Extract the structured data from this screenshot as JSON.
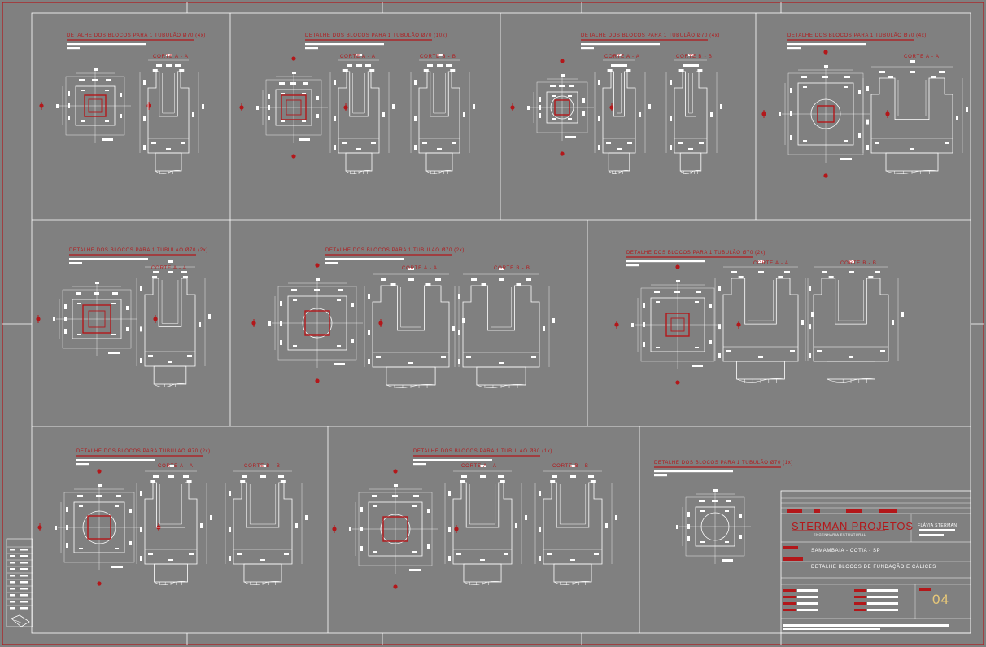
{
  "colors": {
    "background": "#808080",
    "lines": "#ffffff",
    "accent": "#b3171a",
    "sheet_number": "#e8c878"
  },
  "details": {
    "d1": {
      "title": "DETALHE DOS BLOCOS PARA 1 TUBULÃO Ø70 (4x)",
      "cut_a": "CORTE  A - A"
    },
    "d2": {
      "title": "DETALHE DOS BLOCOS PARA 1 TUBULÃO Ø70 (10x)",
      "cut_a": "CORTE  A - A",
      "cut_b": "CORTE  B - B"
    },
    "d3": {
      "title": "DETALHE DOS BLOCOS PARA 1 TUBULÃO Ø70 (4x)",
      "cut_a": "CORTE  A - A",
      "cut_b": "CORTE  B - B"
    },
    "d4": {
      "title": "DETALHE DOS BLOCOS PARA 1 TUBULÃO Ø70 (4x)",
      "cut_a": "CORTE  A - A"
    },
    "d5": {
      "title": "DETALHE DOS BLOCOS PARA 1 TUBULÃO Ø70 (2x)",
      "cut_a": "CORTE  A - A"
    },
    "d6": {
      "title": "DETALHE DOS BLOCOS PARA 1 TUBULÃO Ø70 (2x)",
      "cut_a": "CORTE  A - A",
      "cut_b": "CORTE  B - B"
    },
    "d7": {
      "title": "DETALHE DOS BLOCOS PARA 1 TUBULÃO Ø70 (2x)",
      "cut_a": "CORTE  A - A",
      "cut_b": "CORTE  B - B"
    },
    "d8": {
      "title": "DETALHE DOS BLOCOS PARA TUBULÃO Ø70 (2x)",
      "cut_a": "CORTE  A - A",
      "cut_b": "CORTE  B - B"
    },
    "d9": {
      "title": "DETALHE DOS BLOCOS PARA 1 TUBULÃO Ø80 (1x)",
      "cut_a": "CORTE  A - A",
      "cut_b": "CORTE  B - B"
    },
    "d10": {
      "title": "DETALHE DOS BLOCOS PARA 1 TUBULÃO Ø70 (1x)"
    }
  },
  "title_block": {
    "company": "STERMAN PROJETOS",
    "company_subtitle": "ENGENHARIA ESTRUTURAL",
    "author": "FLÁVIA STERMAN",
    "location": "SAMAMBAIA - COTIA - SP",
    "subject": "DETALHE BLOCOS DE FUNDAÇÃO E CÁLICES",
    "sheet_number": "04"
  }
}
